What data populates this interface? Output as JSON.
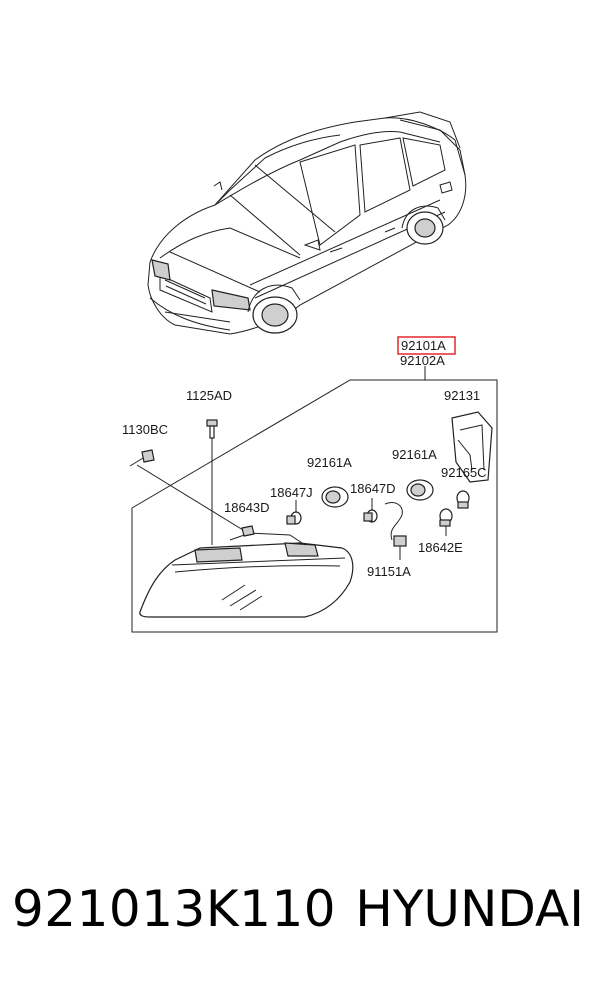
{
  "diagram": {
    "labels": {
      "l92101A": "92101A",
      "l92102A": "92102A",
      "l1125AD": "1125AD",
      "l1130BC": "1130BC",
      "l92131": "92131",
      "l92161A_left": "92161A",
      "l92161A_right": "92161A",
      "l92165C": "92165C",
      "l18643D": "18643D",
      "l18647J": "18647J",
      "l18647D": "18647D",
      "l18642E": "18642E",
      "l91151A": "91151A"
    },
    "highlight_color": "#e0282e"
  },
  "footer": {
    "part_number": "921013K110",
    "brand": "HYUNDAI"
  }
}
